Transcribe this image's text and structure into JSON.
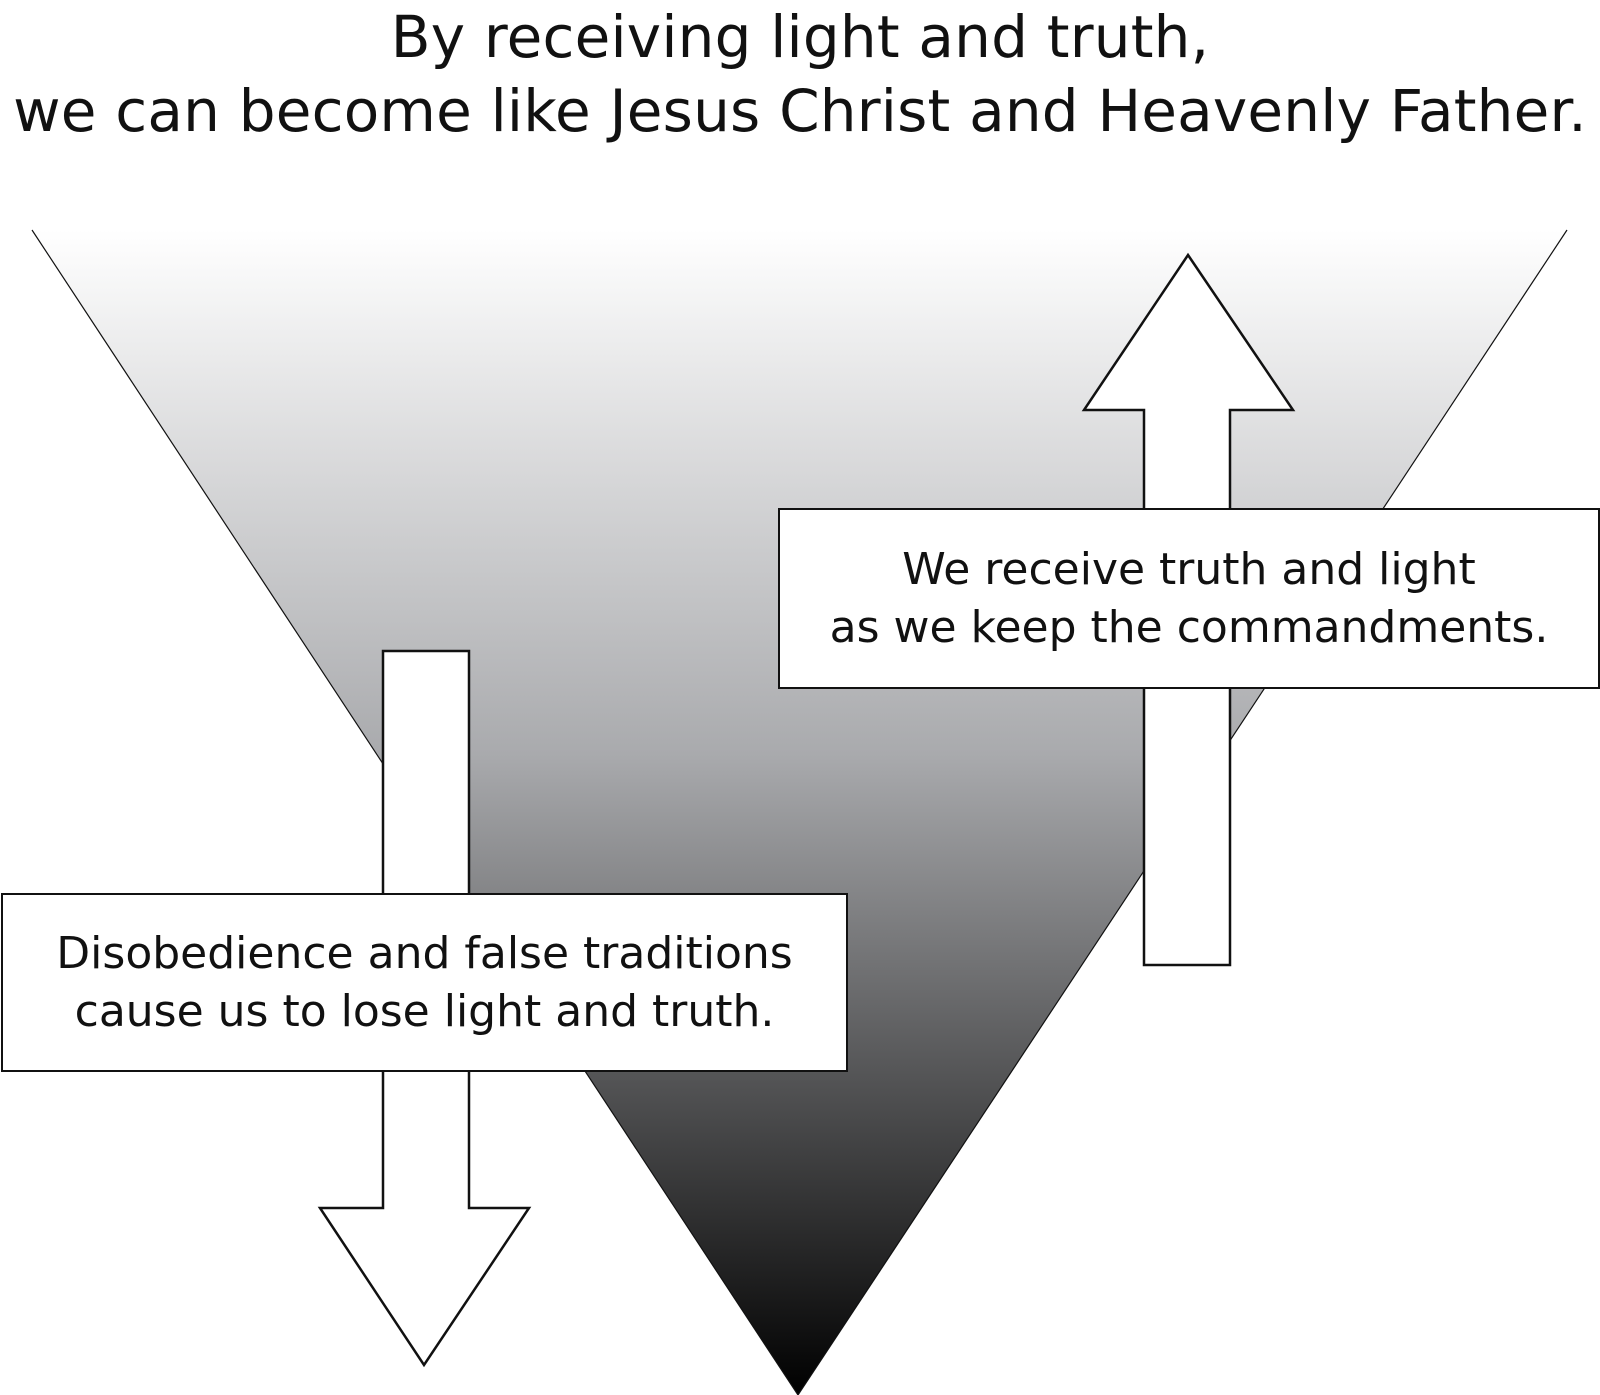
{
  "title": {
    "line1": "By receiving light and truth,",
    "line2": "we can become like Jesus Christ and Heavenly Father."
  },
  "boxes": {
    "up": {
      "line1": "We receive truth and light",
      "line2": "as we keep the commandments."
    },
    "down": {
      "line1": "Disobedience and false traditions",
      "line2": "cause us to lose light and truth."
    }
  },
  "colors": {
    "gradient_top": "#ffffff",
    "gradient_mid": "#a9aaad",
    "gradient_bottom": "#000000",
    "stroke": "#111111",
    "arrow_fill": "#ffffff"
  }
}
